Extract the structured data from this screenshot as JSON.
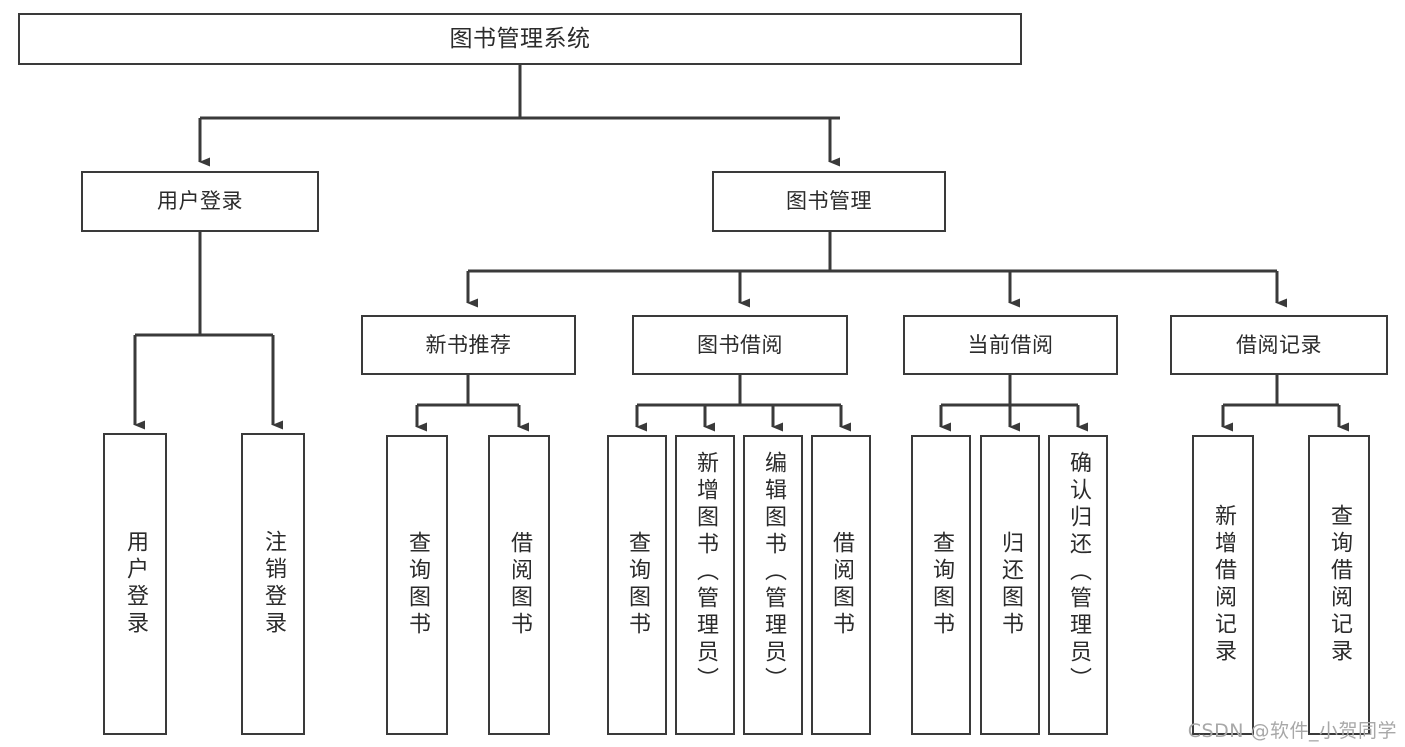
{
  "diagram": {
    "title": "图书管理系统",
    "type": "tree",
    "watermark": "CSDN @软件_小贺同学",
    "stroke_color": "#3a3a3a",
    "text_color": "#2b2b2b",
    "background_color": "#ffffff",
    "nodes": {
      "root": {
        "label": "图书管理系统"
      },
      "level2": [
        {
          "id": "user-login",
          "label": "用户登录"
        },
        {
          "id": "book-manage",
          "label": "图书管理"
        }
      ],
      "level3": [
        {
          "id": "new-book-recommend",
          "label": "新书推荐"
        },
        {
          "id": "book-borrow",
          "label": "图书借阅"
        },
        {
          "id": "current-borrow",
          "label": "当前借阅"
        },
        {
          "id": "borrow-record",
          "label": "借阅记录"
        }
      ],
      "leaves": {
        "user_login": [
          {
            "id": "leaf-user-login",
            "label": "用户登录"
          },
          {
            "id": "leaf-user-logout",
            "label": "注销登录"
          }
        ],
        "new_book_recommend": [
          {
            "id": "leaf-query-book-1",
            "label": "查询图书"
          },
          {
            "id": "leaf-borrow-book-1",
            "label": "借阅图书"
          }
        ],
        "book_borrow": [
          {
            "id": "leaf-query-book-2",
            "label": "查询图书"
          },
          {
            "id": "leaf-add-book",
            "label": "新增图书（管理员）"
          },
          {
            "id": "leaf-edit-book",
            "label": "编辑图书（管理员）"
          },
          {
            "id": "leaf-borrow-book-2",
            "label": "借阅图书"
          }
        ],
        "current_borrow": [
          {
            "id": "leaf-query-book-3",
            "label": "查询图书"
          },
          {
            "id": "leaf-return-book",
            "label": "归还图书"
          },
          {
            "id": "leaf-confirm-return",
            "label": "确认归还（管理员）"
          }
        ],
        "borrow_record": [
          {
            "id": "leaf-add-record",
            "label": "新增借阅记录"
          },
          {
            "id": "leaf-query-record",
            "label": "查询借阅记录"
          }
        ]
      }
    }
  }
}
